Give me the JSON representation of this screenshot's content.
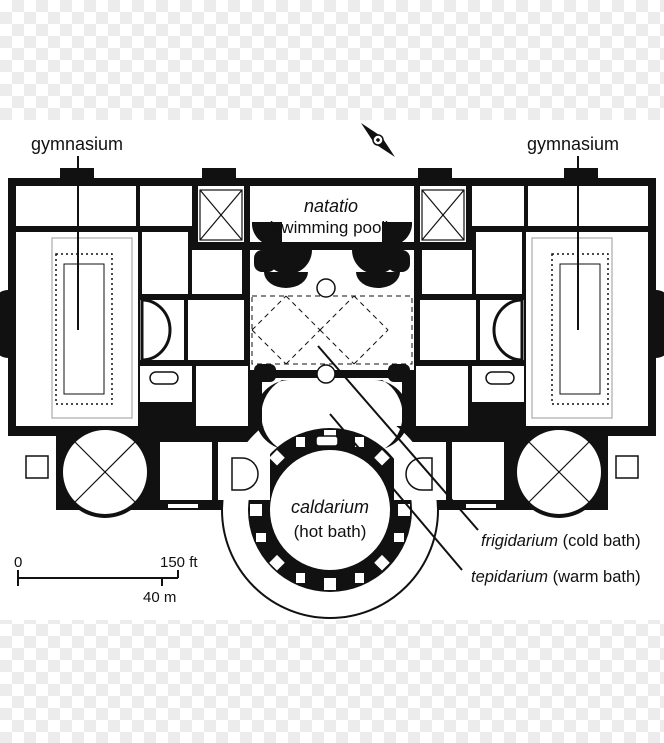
{
  "labels": {
    "gymnasium_left": "gymnasium",
    "gymnasium_right": "gymnasium",
    "natatio_title": "natatio",
    "natatio_desc": "(swimming pool)",
    "caldarium_title": "caldarium",
    "caldarium_desc": "(hot bath)",
    "frigidarium_title": "frigidarium",
    "frigidarium_desc": "(cold bath)",
    "tepidarium_title": "tepidarium",
    "tepidarium_desc": "(warm bath)"
  },
  "scale": {
    "zero": "0",
    "feet": "150 ft",
    "meters": "40 m"
  },
  "icons": {
    "compass": "north-arrow-icon"
  },
  "colors": {
    "wall": "#111111",
    "background": "#ffffff",
    "checker": "#ececec"
  }
}
